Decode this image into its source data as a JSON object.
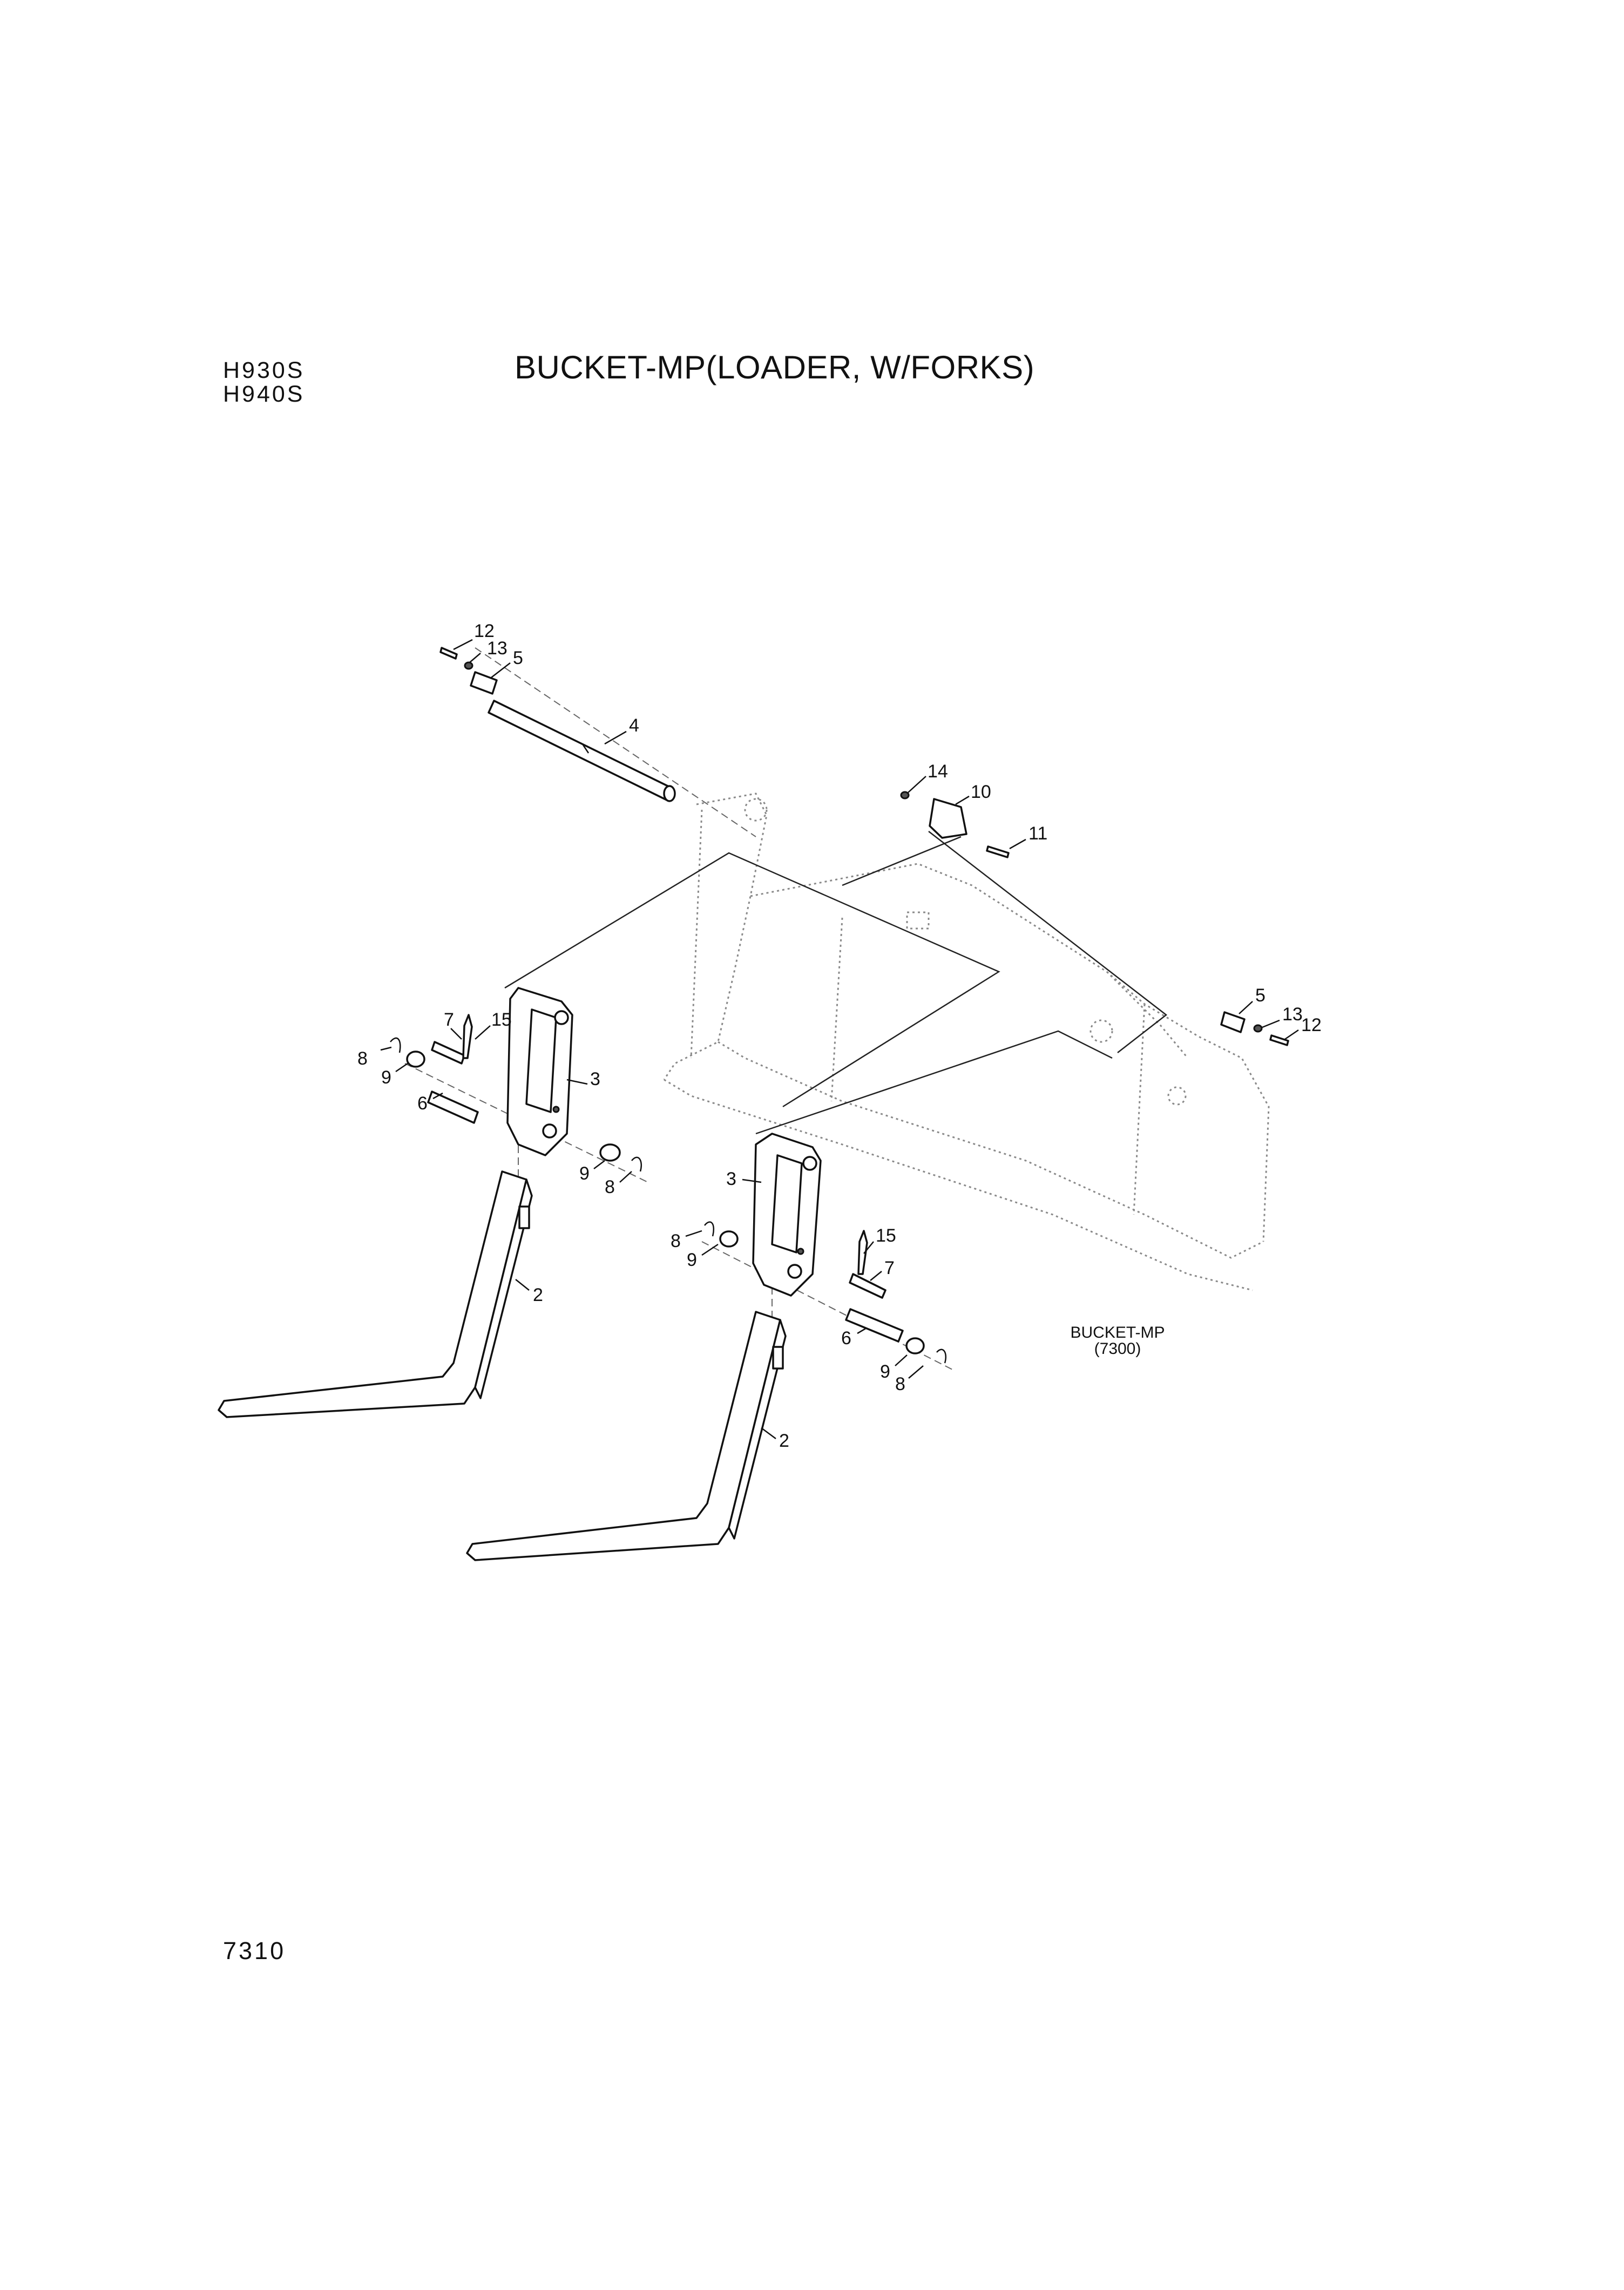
{
  "header": {
    "models": [
      "H930S",
      "H940S"
    ],
    "title": "BUCKET-MP(LOADER, W/FORKS)"
  },
  "page_number": "7310",
  "reference": {
    "name": "BUCKET-MP",
    "code": "(7300)"
  },
  "callouts": {
    "c12a": "12",
    "c13a": "13",
    "c5a": "5",
    "c4": "4",
    "c14": "14",
    "c10": "10",
    "c11": "11",
    "c5b": "5",
    "c13b": "13",
    "c12b": "12",
    "c7a": "7",
    "c15a": "15",
    "c8a": "8",
    "c9a": "9",
    "c6a": "6",
    "c3a": "3",
    "c9b": "9",
    "c8b": "8",
    "c2a": "2",
    "c3b": "3",
    "c8c": "8",
    "c9c": "9",
    "c15b": "15",
    "c7b": "7",
    "c6b": "6",
    "c9d": "9",
    "c8d": "8",
    "c2b": "2"
  }
}
